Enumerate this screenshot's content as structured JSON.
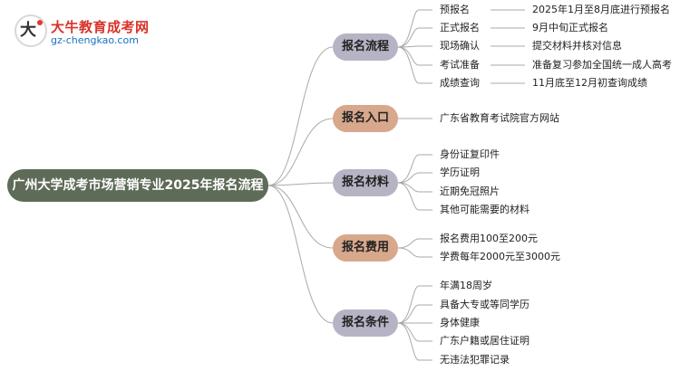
{
  "logo": {
    "icon": "mascot-logo-icon",
    "title": "大牛教育成考网",
    "url": "gz-chengkao.com"
  },
  "colors": {
    "root": "#5e6b58",
    "branch_grey": "#b6b4c4",
    "branch_tan": "#d8a88c",
    "line": "#a9a9a9"
  },
  "root": {
    "label": "广州大学成考市场营销专业2025年报名流程"
  },
  "branches": [
    {
      "label": "报名流程",
      "style": "grey",
      "items": [
        {
          "label": "预报名",
          "detail": "2025年1月至8月底进行预报名"
        },
        {
          "label": "正式报名",
          "detail": "9月中旬正式报名"
        },
        {
          "label": "现场确认",
          "detail": "提交材料并核对信息"
        },
        {
          "label": "考试准备",
          "detail": "准备复习参加全国统一成人高考"
        },
        {
          "label": "成绩查询",
          "detail": "11月底至12月初查询成绩"
        }
      ]
    },
    {
      "label": "报名入口",
      "style": "tan",
      "items": [
        {
          "label": "广东省教育考试院官方网站"
        }
      ]
    },
    {
      "label": "报名材料",
      "style": "grey",
      "items": [
        {
          "label": "身份证复印件"
        },
        {
          "label": "学历证明"
        },
        {
          "label": "近期免冠照片"
        },
        {
          "label": "其他可能需要的材料"
        }
      ]
    },
    {
      "label": "报名费用",
      "style": "tan",
      "items": [
        {
          "label": "报名费用100至200元"
        },
        {
          "label": "学费每年2000元至3000元"
        }
      ]
    },
    {
      "label": "报名条件",
      "style": "grey",
      "items": [
        {
          "label": "年满18周岁"
        },
        {
          "label": "具备大专或等同学历"
        },
        {
          "label": "身体健康"
        },
        {
          "label": "广东户籍或居住证明"
        },
        {
          "label": "无违法犯罪记录"
        }
      ]
    }
  ]
}
